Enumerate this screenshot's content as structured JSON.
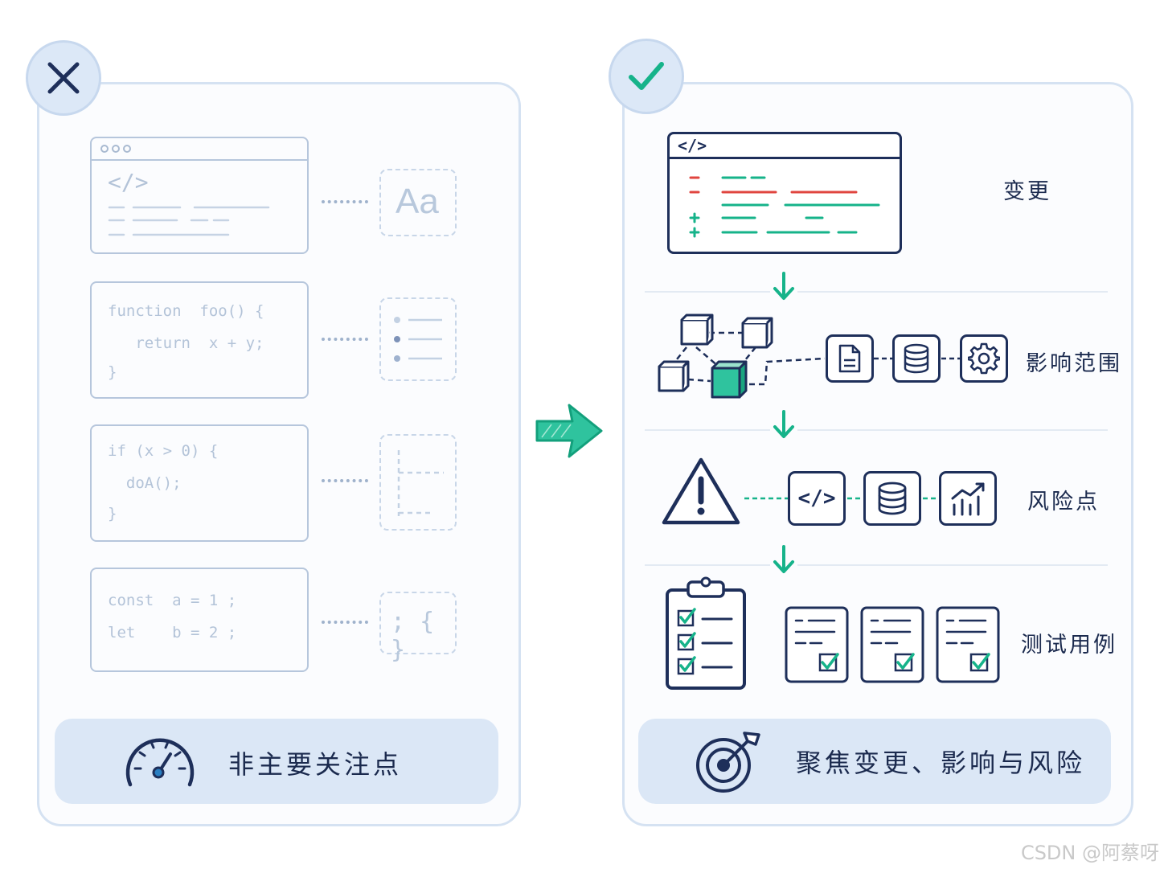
{
  "left_panel": {
    "code_icon_text": "</>",
    "font_icon_text": "Aa",
    "code1": [
      "function  foo() {",
      "   return  x + y;",
      "}"
    ],
    "code2": [
      "if (x > 0) {",
      "  doA();",
      "}"
    ],
    "code3": [
      "const  a = 1 ;",
      "let    b = 2 ;"
    ],
    "brace_icon_text": "; { }",
    "footer_text": "非主要关注点"
  },
  "right_panel": {
    "code_window_title": "</>",
    "code_icon_text": "</>",
    "labels": {
      "change": "变更",
      "impact": "影响范围",
      "risk": "风险点",
      "tests": "测试用例"
    },
    "footer_text": "聚焦变更、影响与风险"
  },
  "colors": {
    "navy": "#1e2f5a",
    "teal": "#16b38a",
    "red": "#e0453f",
    "panel_border": "#d5e2f2",
    "footer_bg": "#dbe7f6",
    "muted": "#b3c3d8"
  },
  "watermark": "CSDN @阿蔡呀"
}
